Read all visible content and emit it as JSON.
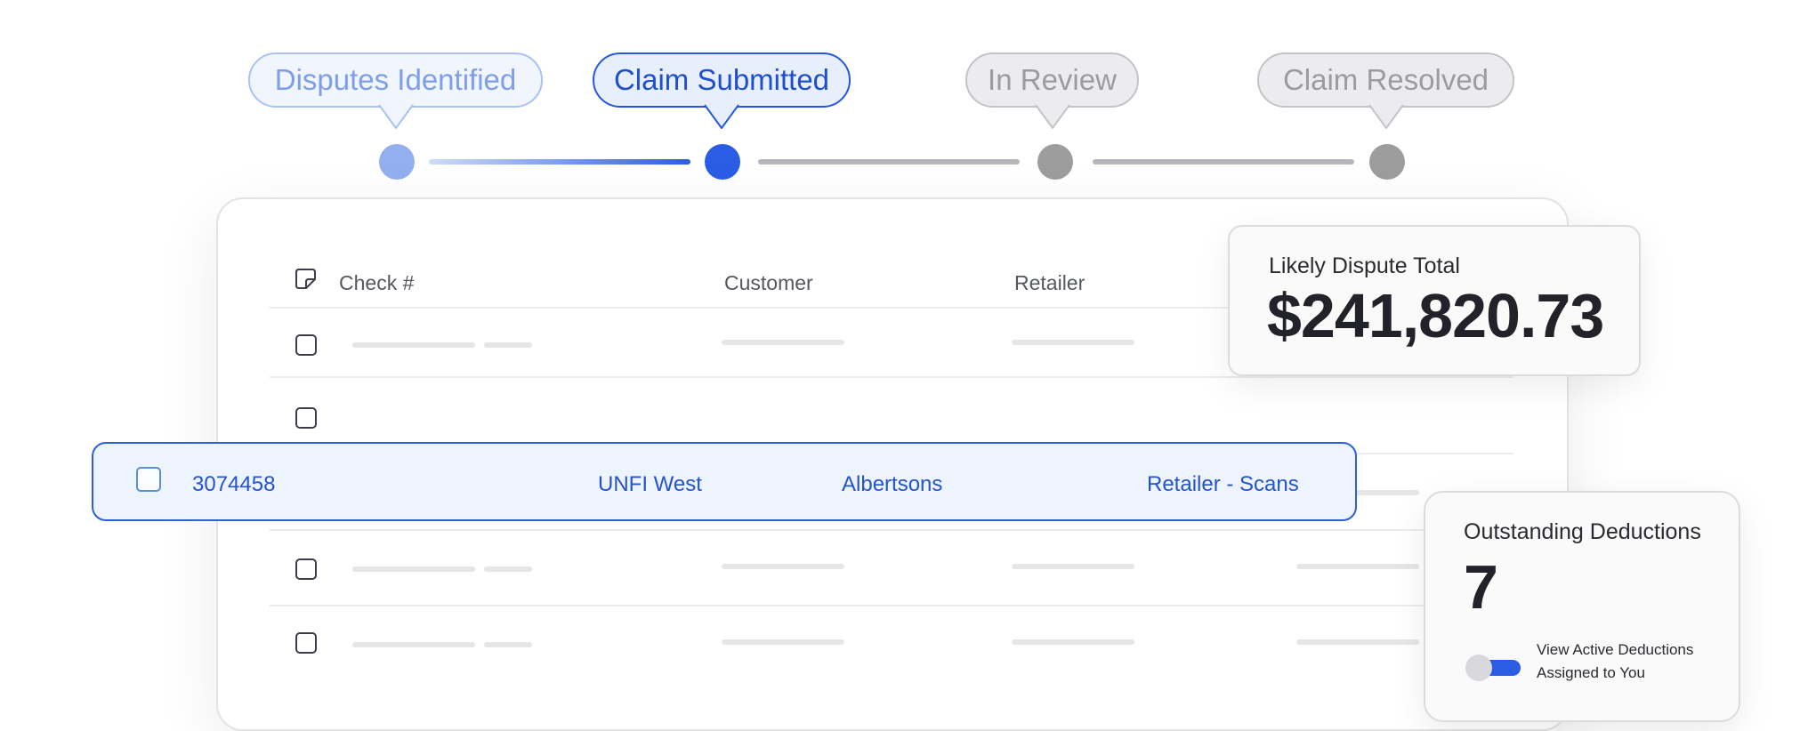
{
  "stepper": {
    "steps": [
      {
        "label": "Disputes Identified",
        "status": "done"
      },
      {
        "label": "Claim Submitted",
        "status": "active"
      },
      {
        "label": "In Review",
        "status": "todo"
      },
      {
        "label": "Claim Resolved",
        "status": "todo"
      }
    ]
  },
  "table": {
    "headers": {
      "check": "Check #",
      "customer": "Customer",
      "retailer": "Retailer"
    },
    "highlighted_row": {
      "check": "3074458",
      "customer": "UNFI West",
      "retailer": "Albertsons",
      "type": "Retailer - Scans"
    }
  },
  "dispute_card": {
    "label": "Likely Dispute Total",
    "value": "$241,820.73"
  },
  "deductions_card": {
    "label": "Outstanding Deductions",
    "value": "7",
    "toggle_label": "View Active Deductions Assigned to You",
    "toggle_on": true
  },
  "colors": {
    "accent": "#2a5ce6",
    "done": "#94afef",
    "todo": "#9d9d9d",
    "highlight_bg": "#edf4fd"
  },
  "icons": {
    "header_icon": "sticky-note-icon"
  }
}
